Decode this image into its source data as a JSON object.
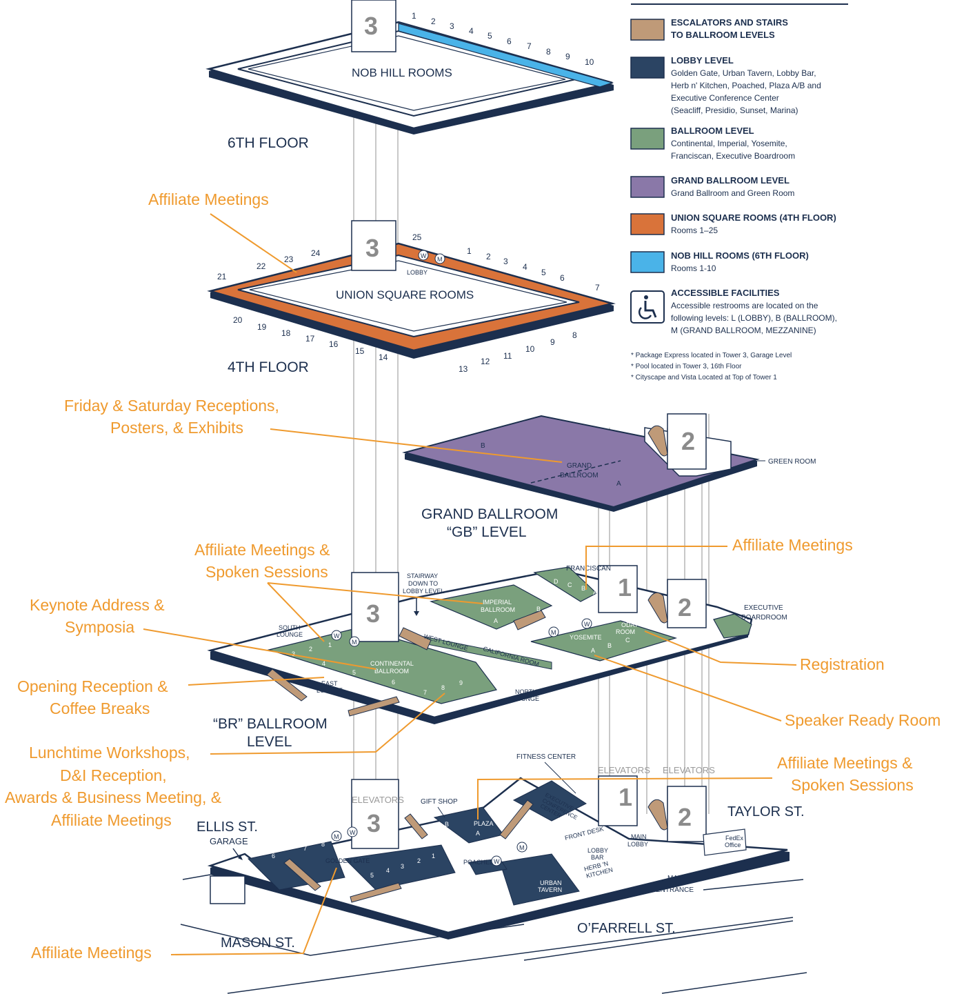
{
  "floors": {
    "sixth": {
      "title": "6TH FLOOR",
      "room_label": "NOB HILL ROOMS",
      "tower": "3",
      "rooms": [
        "1",
        "2",
        "3",
        "4",
        "5",
        "6",
        "7",
        "8",
        "9",
        "10"
      ]
    },
    "fourth": {
      "title": "4TH FLOOR",
      "room_label": "UNION SQUARE ROOMS",
      "tower": "3",
      "lobby": "LOBBY",
      "rooms": [
        "1",
        "2",
        "3",
        "4",
        "5",
        "6",
        "7",
        "8",
        "9",
        "10",
        "11",
        "12",
        "13",
        "14",
        "15",
        "16",
        "17",
        "18",
        "19",
        "20",
        "21",
        "22",
        "23",
        "24",
        "25"
      ]
    },
    "grand_ballroom": {
      "title_line1": "GRAND BALLROOM",
      "title_line2": "“GB” LEVEL",
      "tower": "2",
      "ballroom_line1": "GRAND",
      "ballroom_line2": "BALLROOM",
      "section_a": "A",
      "section_b": "B",
      "green_room": "GREEN ROOM"
    },
    "ballroom": {
      "title_line1": "“BR” BALLROOM",
      "title_line2": "LEVEL",
      "towers": [
        "3",
        "1",
        "2"
      ],
      "stairway_line1": "STAIRWAY",
      "stairway_line2": "DOWN TO",
      "stairway_line3": "LOBBY LEVEL",
      "franciscan": "FRANCISCAN",
      "franciscan_sections": [
        "D",
        "C",
        "B",
        "A"
      ],
      "imperial_line1": "IMPERIAL",
      "imperial_line2": "BALLROOM",
      "imperial_a": "A",
      "imperial_b": "B",
      "exec_board_line1": "EXECUTIVE",
      "exec_board_line2": "BOARDROOM",
      "yosemite": "YOSEMITE",
      "yosemite_sections": [
        "A",
        "B",
        "C"
      ],
      "odat_line1": "ODAT",
      "odat_line2": "ROOM",
      "south_lounge_line1": "SOUTH",
      "south_lounge_line2": "LOUNGE",
      "west_lounge": "WEST LOUNGE",
      "california_room": "CALIFORNIA ROOM",
      "continental_line1": "CONTINENTAL",
      "continental_line2": "BALLROOM",
      "continental_sections": [
        "1",
        "2",
        "3",
        "4",
        "5",
        "6",
        "7",
        "8",
        "9"
      ],
      "east_lounge_line1": "EAST",
      "east_lounge_line2": "LOUNGE",
      "north_lounge_line1": "NORTH",
      "north_lounge_line2": "LOUNGE",
      "restroom_w": "W",
      "restroom_m": "M"
    },
    "lobby": {
      "towers": [
        "3",
        "1",
        "2"
      ],
      "elevators": "ELEVATORS",
      "fitness_center": "FITNESS CENTER",
      "gift_shop": "GIFT SHOP",
      "exec_conf_line1": "EXECUTIVE",
      "exec_conf_line2": "CONFERENCE",
      "exec_conf_line3": "CENTER",
      "plaza": "PLAZA",
      "plaza_a": "A",
      "plaza_b": "B",
      "front_desk": "FRONT DESK",
      "main_lobby_line1": "MAIN",
      "main_lobby_line2": "LOBBY",
      "lobby_bar_line1": "LOBBY",
      "lobby_bar_line2": "BAR",
      "herb_line1": "HERB 'N",
      "herb_line2": "KITCHEN",
      "poached": "POACHED",
      "urban_line1": "URBAN",
      "urban_line2": "TAVERN",
      "golden_gate": "GOLDEN GATE",
      "golden_gate_sections": [
        "1",
        "2",
        "3",
        "4",
        "5",
        "6",
        "7",
        "8"
      ],
      "fedex_line1": "FedEx",
      "fedex_line2": "Office",
      "main_entrance_line1": "MAIN",
      "main_entrance_line2": "ENTRANCE",
      "garage_street": "ELLIS ST.",
      "garage": "GARAGE"
    }
  },
  "streets": {
    "taylor": "TAYLOR ST.",
    "ofarrell": "O’FARRELL ST.",
    "mason": "MASON ST."
  },
  "annotations": {
    "affiliate_4th": "Affiliate Meetings",
    "friday_line1": "Friday & Saturday Receptions,",
    "friday_line2": "Posters, & Exhibits",
    "affiliate_franciscan": "Affiliate Meetings",
    "affiliate_spoken_line1": "Affiliate Meetings &",
    "affiliate_spoken_line2": "Spoken Sessions",
    "keynote_line1": "Keynote Address &",
    "keynote_line2": "Symposia",
    "registration": "Registration",
    "opening_line1": "Opening Reception &",
    "opening_line2": "Coffee Breaks",
    "speaker_ready": "Speaker Ready Room",
    "lunch_line1": "Lunchtime Workshops,",
    "lunch_line2": "D&I Reception,",
    "lunch_line3": "Awards & Business Meeting, &",
    "lunch_line4": "Affiliate Meetings",
    "affiliate_plaza_line1": "Affiliate Meetings &",
    "affiliate_plaza_line2": "Spoken Sessions",
    "affiliate_golden_gate": "Affiliate Meetings"
  },
  "legend": {
    "items": [
      {
        "title_line1": "ESCALATORS AND STAIRS",
        "title_line2": "TO BALLROOM LEVELS",
        "color": "#bf9a78"
      },
      {
        "title": "LOBBY LEVEL",
        "desc": [
          "Golden Gate, Urban Tavern, Lobby Bar,",
          "Herb n' Kitchen, Poached, Plaza A/B and",
          "Executive Conference Center",
          "(Seacliff, Presidio, Sunset, Marina)"
        ],
        "color": "#2b4463"
      },
      {
        "title": "BALLROOM LEVEL",
        "desc": [
          "Continental, Imperial, Yosemite,",
          "Franciscan, Executive Boardroom"
        ],
        "color": "#7aa07d"
      },
      {
        "title": "GRAND BALLROOM LEVEL",
        "desc": [
          "Grand Ballroom and Green Room"
        ],
        "color": "#8a78a8"
      },
      {
        "title": "UNION SQUARE ROOMS (4TH FLOOR)",
        "desc": [
          "Rooms 1–25"
        ],
        "color": "#d9733a"
      },
      {
        "title": "NOB HILL ROOMS (6TH FLOOR)",
        "desc": [
          "Rooms 1-10"
        ],
        "color": "#4ab3e8"
      },
      {
        "title": "ACCESSIBLE FACILITIES",
        "desc": [
          "Accessible restrooms are located on the",
          "following levels: L (LOBBY), B (BALLROOM),",
          "M (GRAND BALLROOM, MEZZANINE)"
        ],
        "icon": "wheelchair-icon"
      }
    ],
    "notes": [
      "* Package Express located in Tower 3, Garage Level",
      "* Pool located in Tower 3, 16th Floor",
      "* Cityscape and Vista Located at Top of Tower 1"
    ]
  },
  "colors": {
    "navy": "#1c2f4e",
    "orange_annotation": "#ef9a2e",
    "union_square": "#d9733a",
    "nob_hill": "#4ab3e8",
    "ballroom": "#7aa07d",
    "grand_ballroom": "#8a78a8",
    "lobby": "#2b4463",
    "escalator": "#bf9a78"
  }
}
